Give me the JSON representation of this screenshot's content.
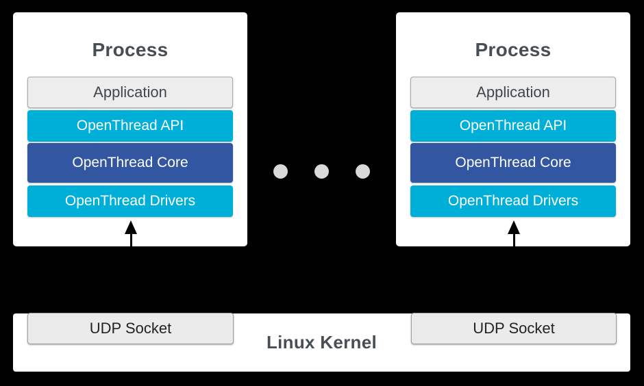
{
  "colors": {
    "background": "#000000",
    "card_bg": "#ffffff",
    "cyan": "#00afd8",
    "core_blue": "#3356a2",
    "layer_gray_bg": "#ededed",
    "layer_gray_border": "#a9a9a9",
    "dark_text": "#474e55",
    "white_text": "#ffffff",
    "dot_gray": "#d9d9d9"
  },
  "processes": [
    {
      "title": "Process",
      "layers": {
        "application": "Application",
        "api": "OpenThread API",
        "core": "OpenThread Core",
        "drivers": "OpenThread Drivers"
      }
    },
    {
      "title": "Process",
      "layers": {
        "application": "Application",
        "api": "OpenThread API",
        "core": "OpenThread Core",
        "drivers": "OpenThread Drivers"
      }
    }
  ],
  "kernel": {
    "label": "Linux Kernel",
    "left_socket": "UDP Socket",
    "right_socket": "UDP Socket"
  }
}
